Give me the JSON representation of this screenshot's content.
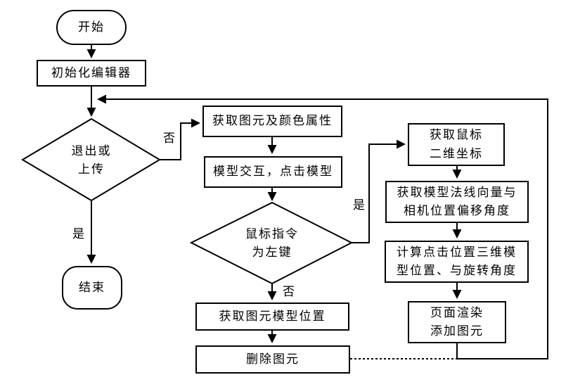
{
  "diagram": {
    "type": "flowchart",
    "colors": {
      "line": "#000000",
      "node_fill": "#ffffff",
      "background": "#ffffff"
    },
    "nodes": {
      "start": {
        "label": "开始",
        "shape": "stadium"
      },
      "init_editor": {
        "label": "初始化编辑器",
        "shape": "rect"
      },
      "decision_exit_upload": {
        "label": "退出或\n上传",
        "shape": "diamond"
      },
      "end": {
        "label": "结束",
        "shape": "stadium"
      },
      "get_primitive_color": {
        "label": "获取图元及颜色属性",
        "shape": "rect"
      },
      "model_interaction": {
        "label": "模型交互，点击模型",
        "shape": "rect"
      },
      "decision_mouse_left": {
        "label": "鼠标指令\n为左键",
        "shape": "diamond"
      },
      "get_primitive_position": {
        "label": "获取图元模型位置",
        "shape": "rect"
      },
      "delete_primitive": {
        "label": "删除图元",
        "shape": "rect"
      },
      "get_mouse_coord": {
        "label": "获取鼠标\n二维坐标",
        "shape": "rect"
      },
      "get_normal_offset": {
        "label": "获取模型法线向量与\n相机位置偏移角度",
        "shape": "rect"
      },
      "calc_click_position": {
        "label": "计算点击位置三维模\n型位置、与旋转角度",
        "shape": "rect"
      },
      "render_page": {
        "label": "页面渲染\n添加图元",
        "shape": "rect"
      }
    },
    "edge_labels": {
      "exit_no": "否",
      "exit_yes": "是",
      "mouse_yes": "是",
      "mouse_no": "否"
    }
  }
}
